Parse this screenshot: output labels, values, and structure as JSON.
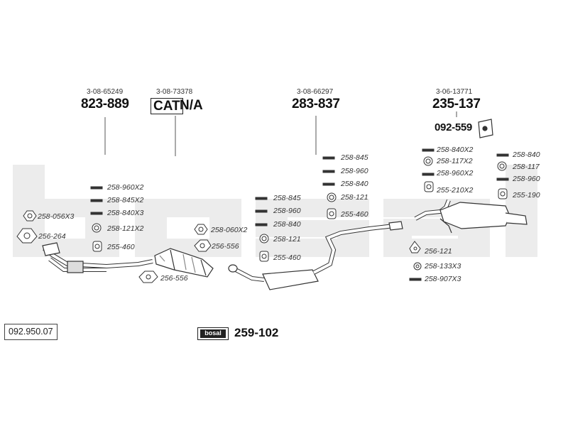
{
  "watermark": "bosal",
  "sections": [
    {
      "oem": "3-08-65249",
      "part": "823-889"
    },
    {
      "oem": "3-08-73378",
      "cat": "CAT",
      "note": "N/A"
    },
    {
      "oem": "3-08-66297",
      "part": "283-837"
    },
    {
      "oem": "3-06-13771",
      "part": "235-137"
    }
  ],
  "extra_part": "092-559",
  "labels": {
    "l1": "258-960X2",
    "l2": "258-845X2",
    "l3": "258-840X3",
    "l4": "258-056X3",
    "l5": "258-121X2",
    "l6": "256-264",
    "l7": "255-460",
    "l8": "258-060X2",
    "l9": "256-556",
    "l10": "256-556",
    "l11": "258-845",
    "l12": "258-960",
    "l13": "258-840",
    "l14": "258-121",
    "l15": "255-460",
    "l16": "258-845",
    "l17": "258-960",
    "l18": "258-840",
    "l19": "258-121",
    "l20": "255-460",
    "l21": "258-840X2",
    "l22": "258-117X2",
    "l23": "258-960X2",
    "l24": "255-210X2",
    "l25": "258-840",
    "l26": "258-117",
    "l27": "258-960",
    "l28": "255-190",
    "l29": "256-121",
    "l30": "258-133X3",
    "l31": "258-907X3"
  },
  "diagram_ref": "092.950.07",
  "brand_badge": "bosal",
  "brand_number": "259-102"
}
